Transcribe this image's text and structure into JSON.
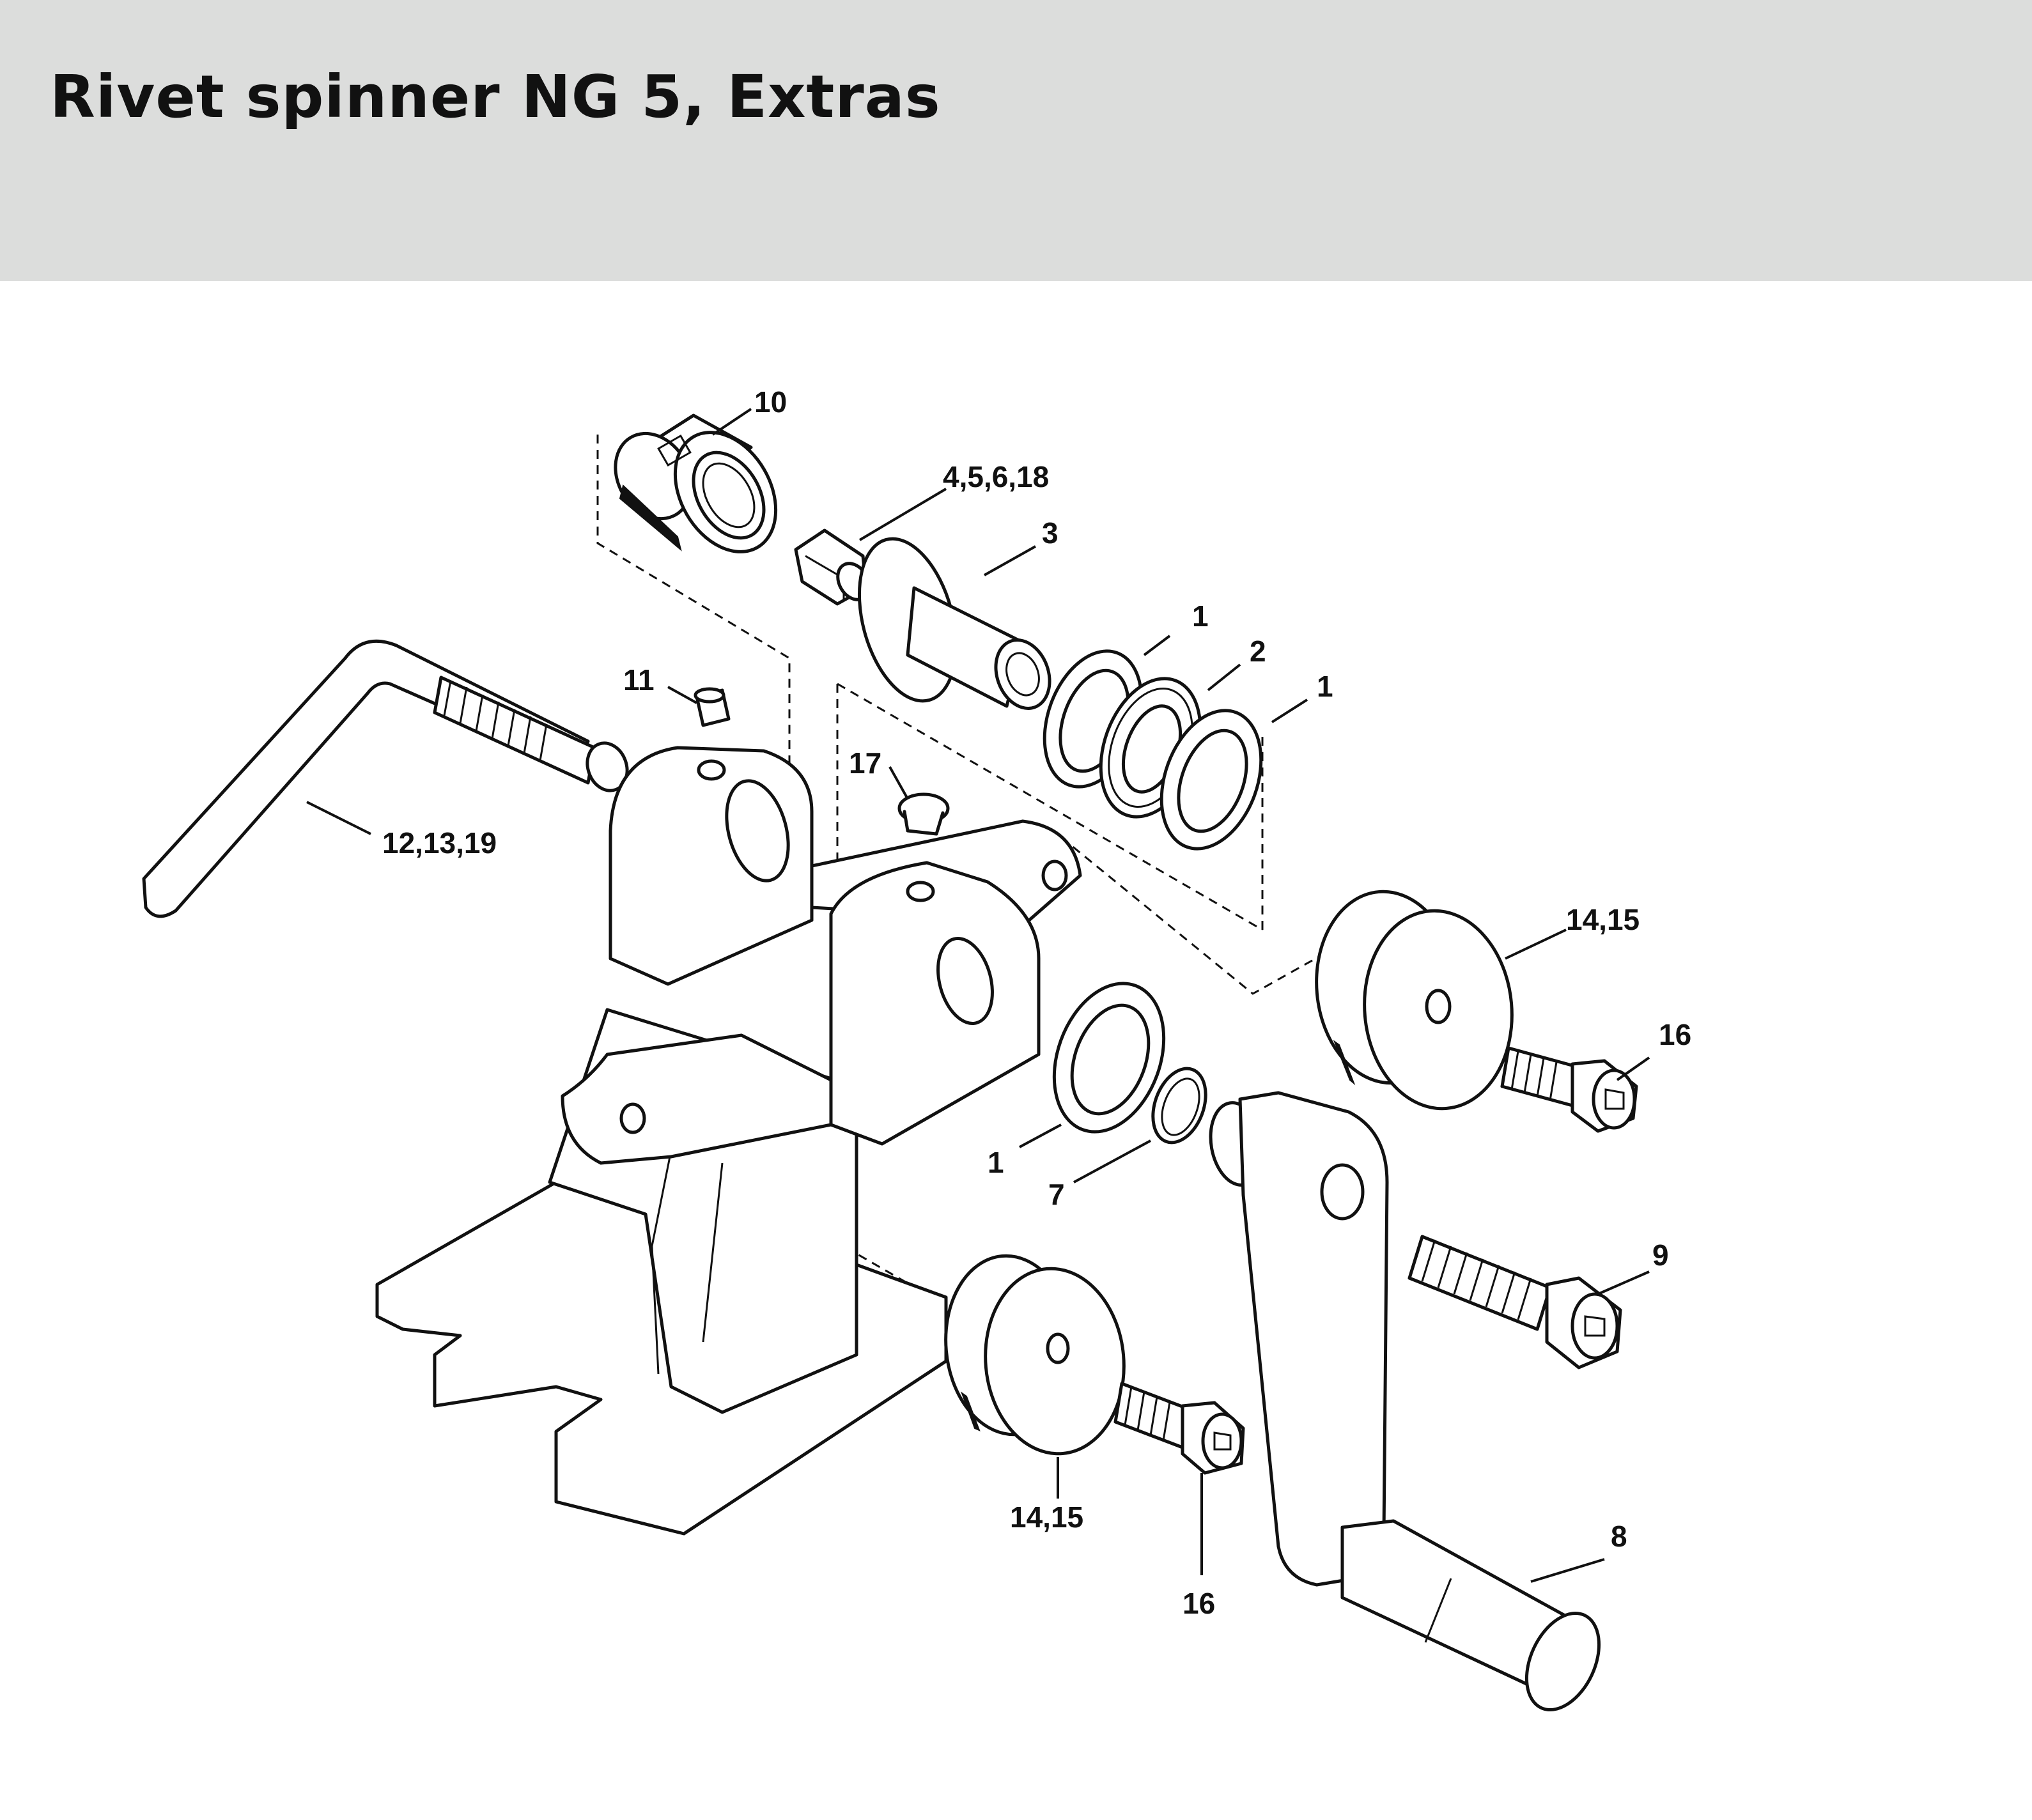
{
  "title": "Rivet spinner NG 5, Extras",
  "colors": {
    "header_bg": "#dcdddc",
    "ink": "#111111",
    "page_bg": "#ffffff"
  },
  "callouts": {
    "c10": "10",
    "c4_5_6_18": "4,5,6,18",
    "c3": "3",
    "c1_top": "1",
    "c2": "2",
    "c1_right": "1",
    "c11": "11",
    "c17": "17",
    "c12_13_19": "12,13,19",
    "c14_15_right": "14,15",
    "c16_right": "16",
    "c1_mid": "1",
    "c7": "7",
    "c9": "9",
    "c14_15_bottom": "14,15",
    "c16_bottom": "16",
    "c8": "8"
  }
}
